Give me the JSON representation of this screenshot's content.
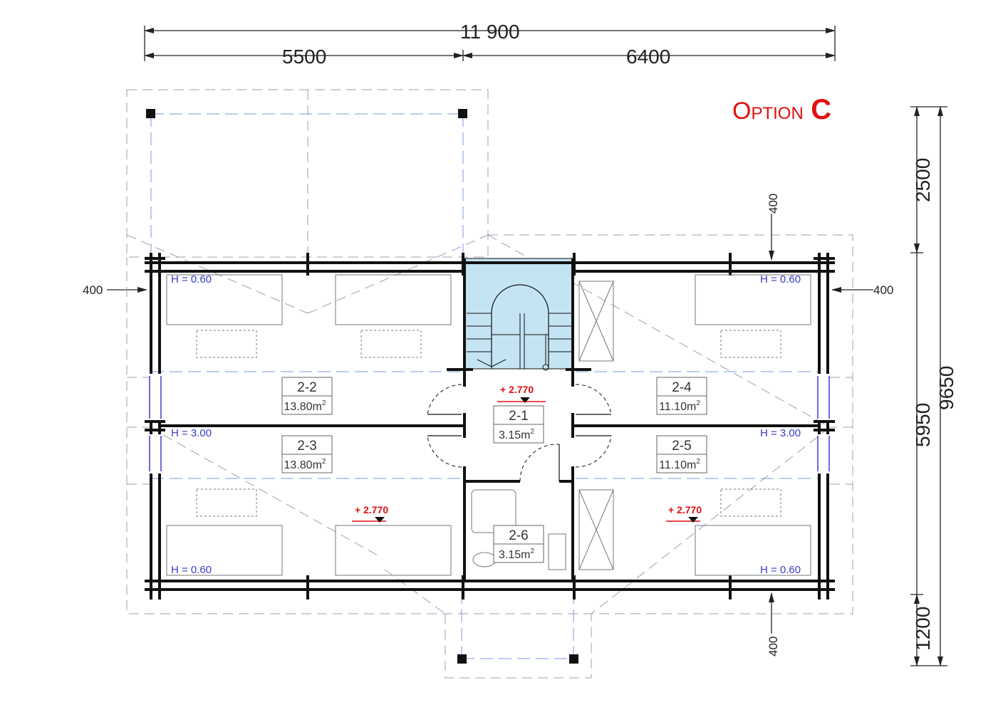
{
  "title": {
    "word": "Option",
    "letter": "C",
    "color": "#e01010"
  },
  "dimensions": {
    "total_width": "11 900",
    "left_width": "5500",
    "right_width": "6400",
    "top_projection": "2500",
    "main_depth": "5950",
    "total_depth": "9650",
    "bottom_projection": "1200",
    "overhang_left": "400",
    "overhang_right": "400",
    "overhang_top": "400",
    "overhang_bottom": "400"
  },
  "rooms": [
    {
      "id": "2-1",
      "area": "3.15m",
      "sup": "2"
    },
    {
      "id": "2-2",
      "area": "13.80m",
      "sup": "2"
    },
    {
      "id": "2-3",
      "area": "13.80m",
      "sup": "2"
    },
    {
      "id": "2-4",
      "area": "11.10m",
      "sup": "2"
    },
    {
      "id": "2-5",
      "area": "11.10m",
      "sup": "2"
    },
    {
      "id": "2-6",
      "area": "3.15m",
      "sup": "2"
    }
  ],
  "heights": {
    "low": "H = 0.60",
    "high": "H = 3.00"
  },
  "level_mark": "+ 2.770",
  "colors": {
    "wall": "#111111",
    "dash": "#9aa0b5",
    "blue_dash": "#5b7de0",
    "stair_fill": "#c5e4f3",
    "level": "#e01010"
  }
}
